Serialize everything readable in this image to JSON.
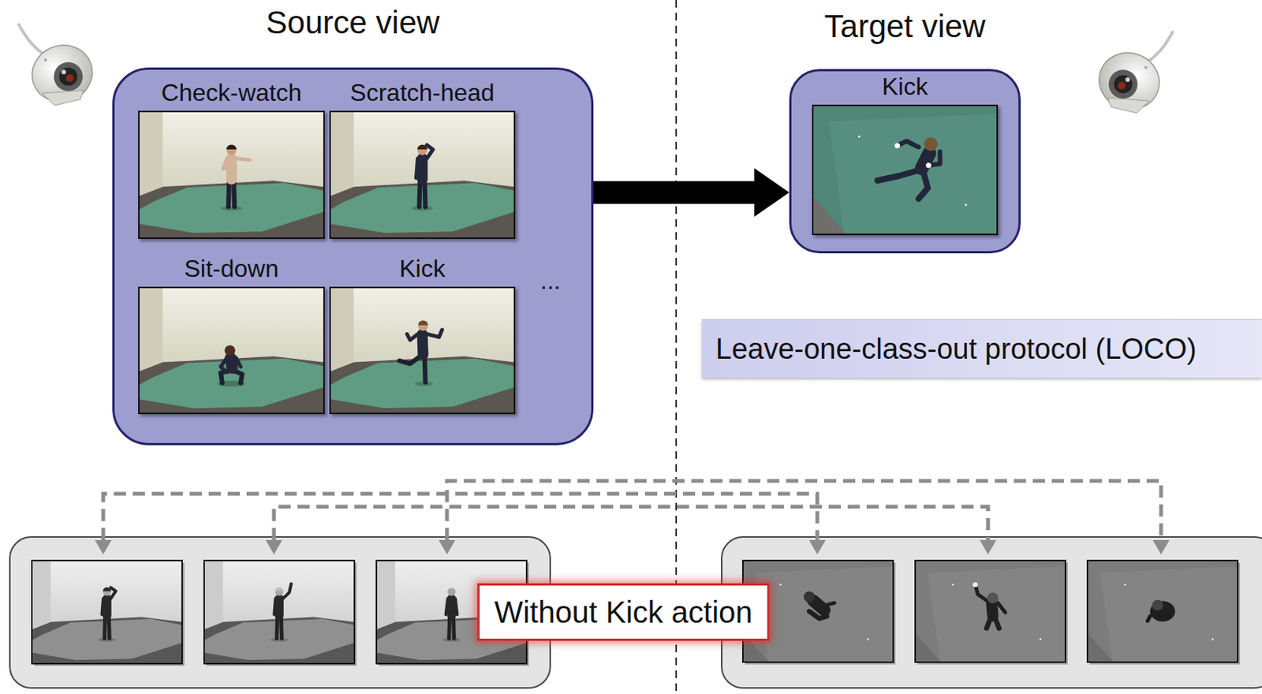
{
  "diagram": {
    "nodes": [
      {
        "text": [
          "Source view"
        ]
      },
      {
        "text": [
          "Check-watch"
        ],
        "in": 0
      },
      {
        "text": [
          "Scratch-head"
        ],
        "in": 0
      },
      {
        "text": [
          "Sit-down"
        ],
        "in": 0
      },
      {
        "text": [
          "Kick"
        ],
        "in": 0
      },
      {
        "text": [
          "Target view"
        ]
      },
      {
        "text": [
          "Kick"
        ],
        "in": 5
      },
      {
        "text": [
          "Leave-one-class-out protocol (LOCO)"
        ]
      },
      {
        "text": [
          "Without Kick action"
        ]
      }
    ],
    "edges": [
      {
        "from": 0,
        "to": 5,
        "arrow": "to"
      }
    ],
    "labels": [
      "..."
    ]
  }
}
